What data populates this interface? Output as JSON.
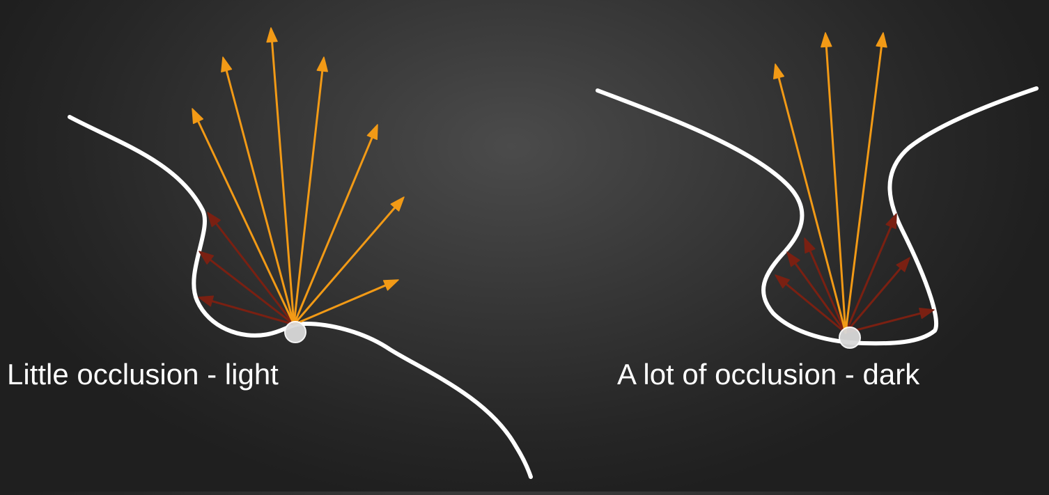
{
  "captions": {
    "left": "Little occlusion - light",
    "right": "A lot of occlusion - dark"
  },
  "colors": {
    "surface": "#ffffff",
    "unoccluded_ray": "#f29a16",
    "occluded_ray": "#7a2012",
    "sample_point": "#d9d9d9"
  },
  "panels": [
    {
      "id": "left",
      "unoccluded_rays": 7,
      "occluded_rays": 3
    },
    {
      "id": "right",
      "unoccluded_rays": 3,
      "occluded_rays": 6
    }
  ]
}
